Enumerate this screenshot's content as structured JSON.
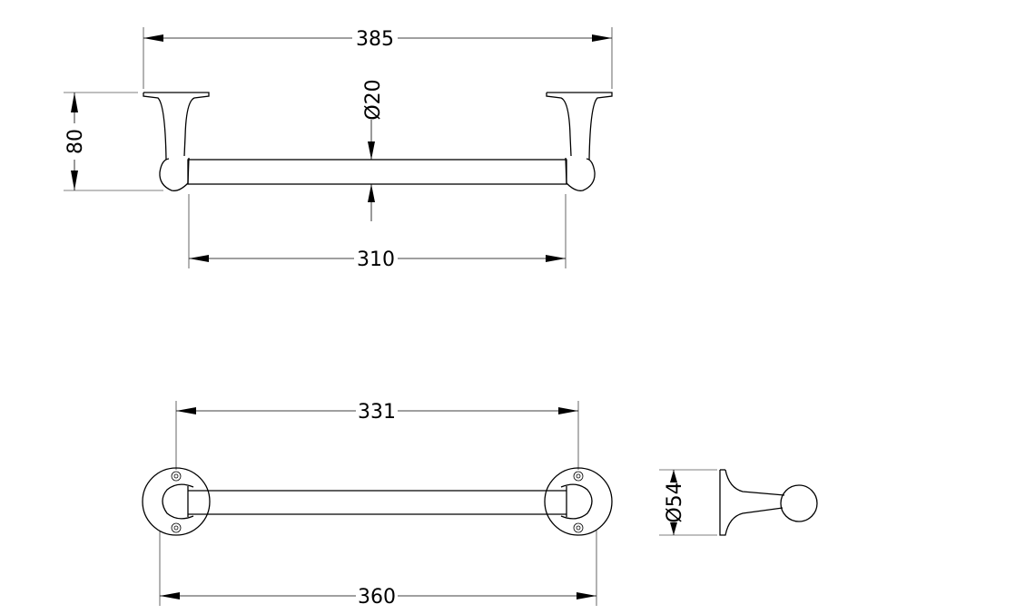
{
  "dimensions": {
    "top_overall_width": "385",
    "top_height": "80",
    "bar_diameter": "Ø20",
    "top_inner_width": "310",
    "bottom_center_distance": "331",
    "bottom_overall_width": "360",
    "side_flange_diameter": "Ø54"
  },
  "colors": {
    "line": "#000000",
    "background": "#ffffff"
  }
}
